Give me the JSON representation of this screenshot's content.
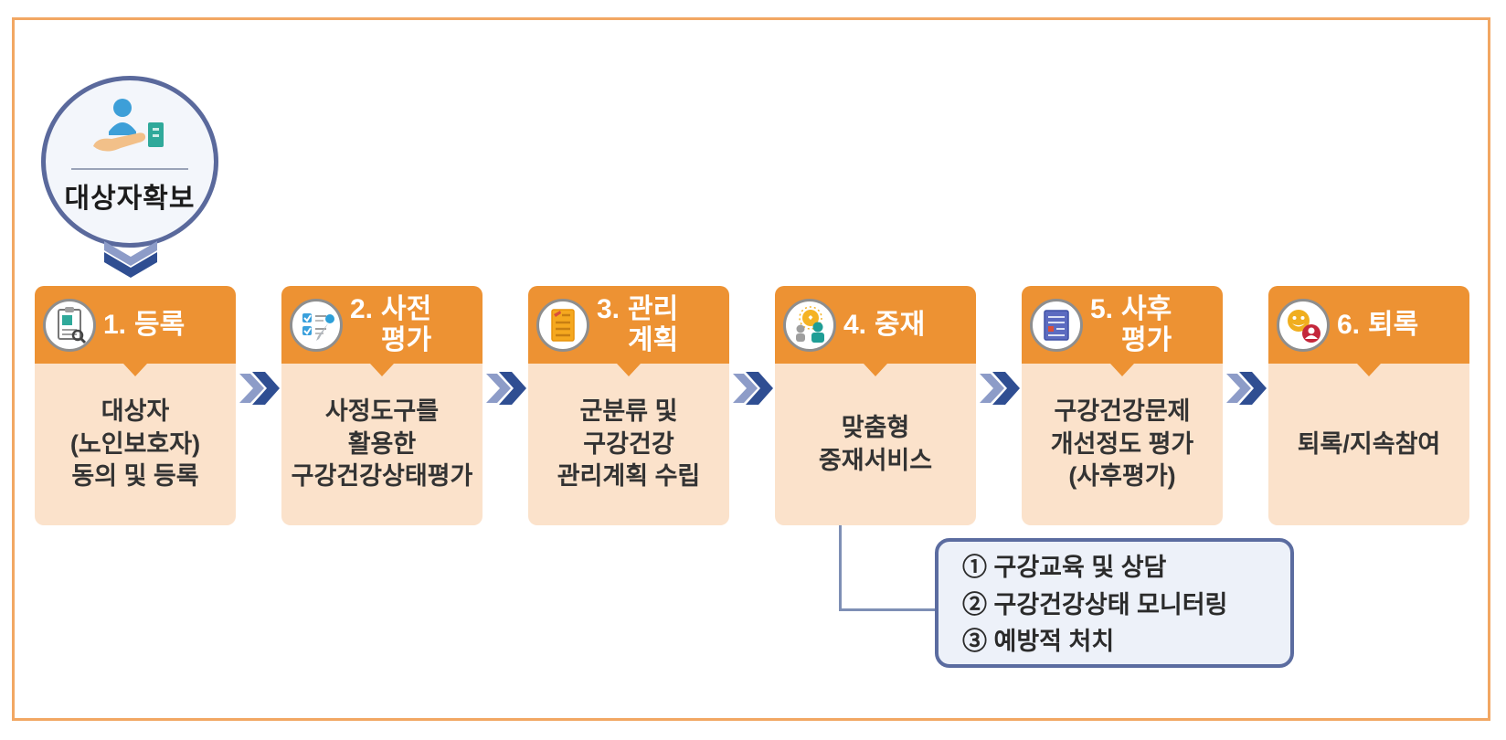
{
  "source_circle": {
    "label": "대상자확보",
    "icon": "person-hand-card"
  },
  "steps": [
    {
      "number": "1.",
      "title": "등록",
      "body": "대상자\n(노인보호자)\n동의 및 등록",
      "icon": "document-magnifier"
    },
    {
      "number": "2.",
      "title": "사전\n평가",
      "body": "사정도구를\n활용한\n구강건강상태평가",
      "icon": "checklist-pen"
    },
    {
      "number": "3.",
      "title": "관리\n계획",
      "body": "군분류 및\n구강건강\n관리계획 수립",
      "icon": "plan-document"
    },
    {
      "number": "4.",
      "title": "중재",
      "body": "맞춤형\n중재서비스",
      "icon": "people-care"
    },
    {
      "number": "5.",
      "title": "사후\n평가",
      "body": "구강건강문제\n개선정도 평가\n(사후평가)",
      "icon": "report-document"
    },
    {
      "number": "6.",
      "title": "퇴록",
      "body": "퇴록/지속참여",
      "icon": "smiley-person"
    }
  ],
  "callout": {
    "items": [
      "① 구강교육 및 상담",
      "② 구강건강상태 모니터링",
      "③ 예방적 처치"
    ]
  },
  "colors": {
    "frame_border": "#F2A763",
    "step_header_bg": "#ED9233",
    "step_body_bg": "#FBE2CB",
    "step_header_text": "#FFFFFF",
    "step_body_text": "#333333",
    "circle_border": "#5A699C",
    "circle_bg": "#F3F6FB",
    "arrow_dark": "#2F4E92",
    "arrow_light": "#8D9CC8",
    "callout_border": "#5B6CA0",
    "callout_bg": "#EDF1F9",
    "connector_line": "#7E8FB5"
  }
}
